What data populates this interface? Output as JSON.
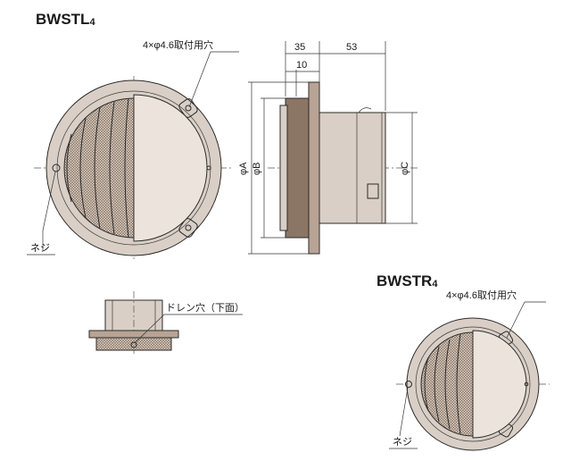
{
  "models": {
    "left": {
      "name": "BWSTL",
      "sub": "4"
    },
    "right": {
      "name": "BWSTR",
      "sub": "4"
    }
  },
  "notes": {
    "holes_left": "4×φ4.6取付用穴",
    "holes_right": "4×φ4.6取付用穴",
    "screw_left": "ネジ",
    "screw_right": "ネジ",
    "drain": "ドレン穴（下面）"
  },
  "dimensions": {
    "d35": "35",
    "d53": "53",
    "d10": "10",
    "phiA": "φA",
    "phiB": "φB",
    "phiC": "φC"
  }
}
